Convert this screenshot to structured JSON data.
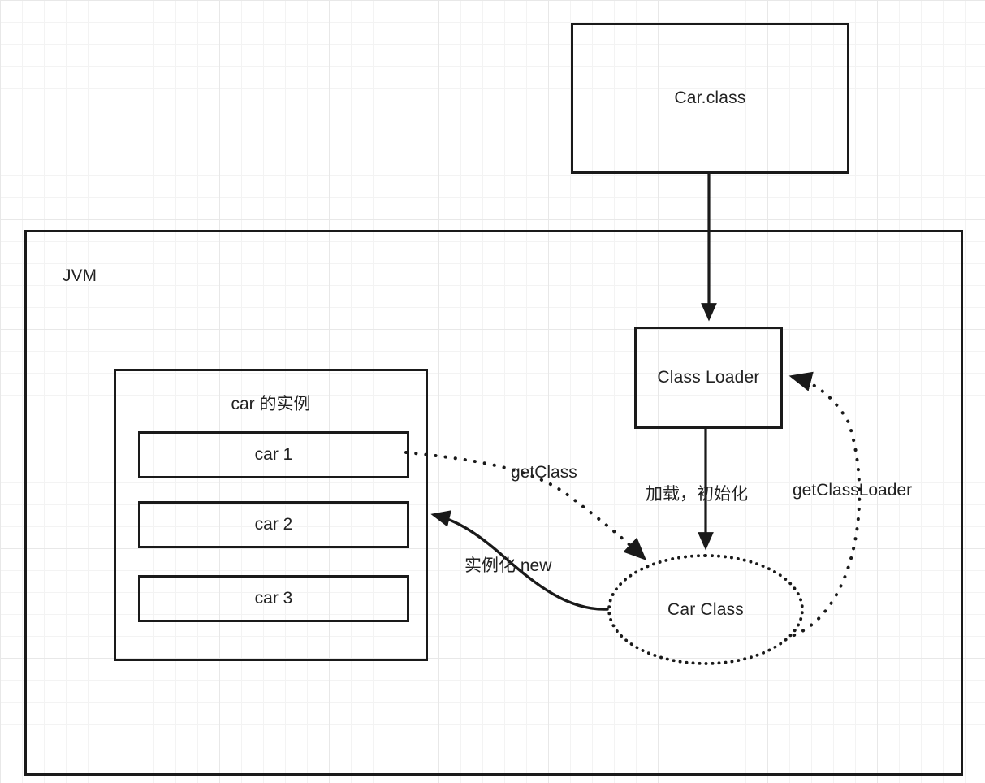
{
  "diagram": {
    "title": "JVM class loading and instantiation",
    "nodes": {
      "class_file": {
        "label": "Car.class"
      },
      "jvm": {
        "label": "JVM"
      },
      "class_loader": {
        "label": "Class Loader"
      },
      "car_class": {
        "label": "Car Class"
      },
      "instances": {
        "title": "car 的实例",
        "items": [
          {
            "label": "car 1"
          },
          {
            "label": "car 2"
          },
          {
            "label": "car 3"
          }
        ]
      }
    },
    "edges": [
      {
        "id": "class-file-to-loader",
        "label": "",
        "style": "solid",
        "from": "Car.class",
        "to": "Class Loader"
      },
      {
        "id": "loader-to-car-class",
        "label": "加载，初始化",
        "style": "solid",
        "from": "Class Loader",
        "to": "Car Class"
      },
      {
        "id": "car-class-to-loader",
        "label": "getClassLoader",
        "style": "dotted",
        "from": "Car Class",
        "to": "Class Loader"
      },
      {
        "id": "car1-to-car-class",
        "label": "getClass",
        "style": "dotted",
        "from": "car 1",
        "to": "Car Class"
      },
      {
        "id": "car-class-to-instances",
        "label": "实例化 new",
        "style": "solid",
        "from": "Car Class",
        "to": "car 的实例"
      }
    ],
    "colors": {
      "stroke": "#1a1a1a",
      "text": "#222222",
      "background": "#ffffff",
      "grid_minor": "#f3f3f3",
      "grid_major": "#e8e8e8"
    }
  }
}
